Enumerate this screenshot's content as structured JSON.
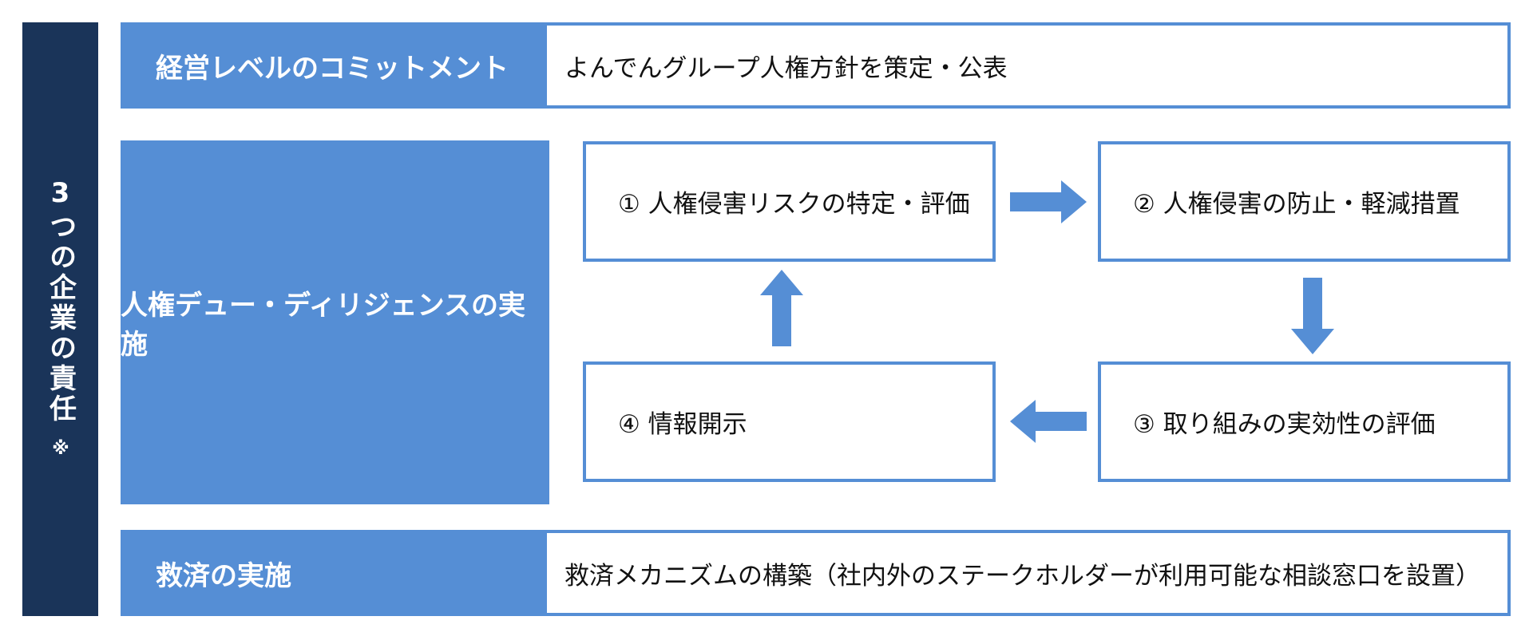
{
  "side_bar": {
    "title": "3つの企業の責任",
    "mark": "※"
  },
  "rows": {
    "commitment": {
      "label": "経営レベルのコミットメント",
      "description": "よんでんグループ人権方針を策定・公表"
    },
    "due_diligence": {
      "label": "人権デュー・ディリジェンスの実施",
      "steps": [
        "① 人権侵害リスクの特定・評価",
        "② 人権侵害の防止・軽減措置",
        "③ 取り組みの実効性の評価",
        "④ 情報開示"
      ]
    },
    "remedy": {
      "label": "救済の実施",
      "description": "救済メカニズムの構築（社内外のステークホルダーが利用可能な相談窓口を設置）"
    }
  },
  "colors": {
    "navy": "#1a3459",
    "accent_blue": "#558ed5",
    "text": "#111111",
    "background": "#ffffff"
  },
  "icons": {
    "cycle_arrows": [
      "arrow-right-icon",
      "arrow-down-icon",
      "arrow-left-icon",
      "arrow-up-icon"
    ]
  }
}
